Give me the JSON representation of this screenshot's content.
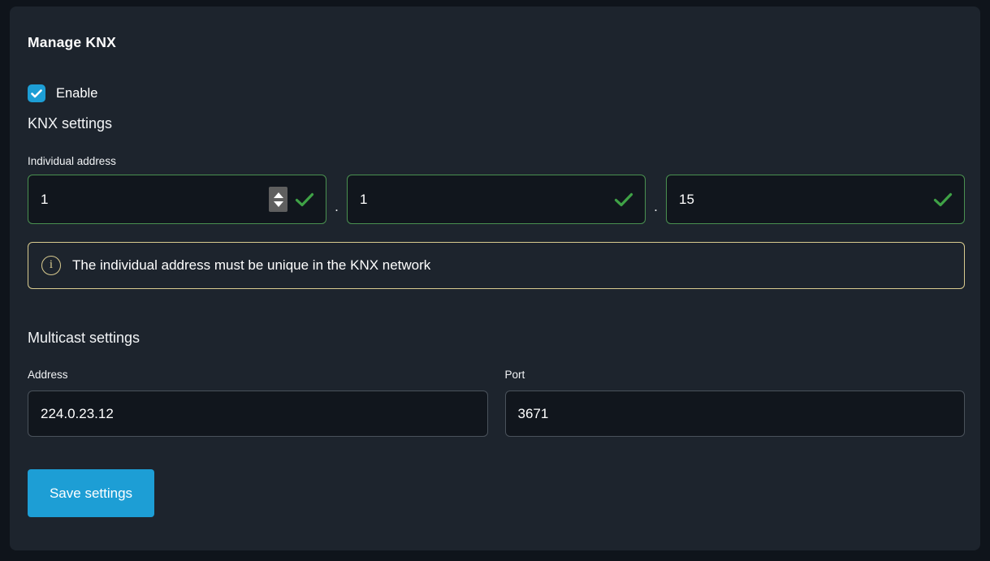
{
  "page": {
    "title": "Manage KNX"
  },
  "enable": {
    "label": "Enable",
    "checked": true
  },
  "knx_settings": {
    "heading": "KNX settings",
    "individual_address": {
      "label": "Individual address",
      "separator": ".",
      "fields": [
        {
          "value": "1"
        },
        {
          "value": "1"
        },
        {
          "value": "15"
        }
      ]
    },
    "info_message": "The individual address must be unique in the KNX network"
  },
  "multicast": {
    "heading": "Multicast settings",
    "address": {
      "label": "Address",
      "value": "224.0.23.12"
    },
    "port": {
      "label": "Port",
      "value": "3671"
    }
  },
  "actions": {
    "save_label": "Save settings"
  },
  "colors": {
    "page_bg": "#0f141b",
    "card_bg": "#1d242d",
    "input_bg": "#11161d",
    "accent_blue": "#1d9ed5",
    "valid_border_green": "#4a9150",
    "valid_check_green": "#3fa246",
    "info_khaki": "#d9cb8f",
    "neutral_input_border": "#4a525b"
  },
  "icons": {
    "checkbox_check": "check-icon",
    "field_valid": "check-icon",
    "info": "info-circle-icon",
    "spinner": "number-stepper-icon"
  }
}
